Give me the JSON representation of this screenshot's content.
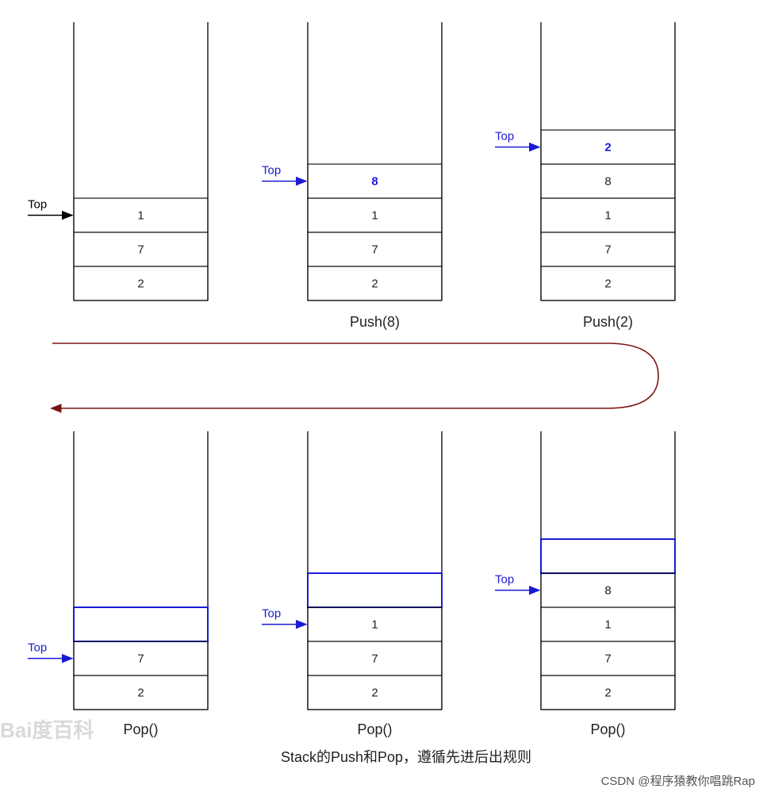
{
  "diagram": {
    "title": "Stack的Push和Pop，遵循先进后出规则",
    "watermark": "CSDN @程序猿教你唱跳Rap",
    "baidu_watermark": "Bai度百科",
    "colors": {
      "line": "#000000",
      "highlight": "#1a1ad6",
      "loop_arrow": "#7a1414",
      "text": "#222222"
    },
    "stacks": [
      {
        "caption": "",
        "top_label": "Top",
        "top_arrow_color": "#000000",
        "cells": [
          {
            "value": "1",
            "style": "normal"
          },
          {
            "value": "7",
            "style": "normal"
          },
          {
            "value": "2",
            "style": "normal"
          }
        ]
      },
      {
        "caption": "Push(8)",
        "top_label": "Top",
        "top_arrow_color": "#1a1ad6",
        "cells": [
          {
            "value": "8",
            "style": "pushed"
          },
          {
            "value": "1",
            "style": "normal"
          },
          {
            "value": "7",
            "style": "normal"
          },
          {
            "value": "2",
            "style": "normal"
          }
        ]
      },
      {
        "caption": "Push(2)",
        "top_label": "Top",
        "top_arrow_color": "#1a1ad6",
        "cells": [
          {
            "value": "2",
            "style": "pushed"
          },
          {
            "value": "8",
            "style": "normal"
          },
          {
            "value": "1",
            "style": "normal"
          },
          {
            "value": "7",
            "style": "normal"
          },
          {
            "value": "2",
            "style": "normal"
          }
        ]
      },
      {
        "caption": "Pop()",
        "top_label": "Top",
        "top_arrow_color": "#1a1ad6",
        "cells": [
          {
            "value": "",
            "style": "popped"
          },
          {
            "value": "8",
            "style": "normal"
          },
          {
            "value": "1",
            "style": "normal"
          },
          {
            "value": "7",
            "style": "normal"
          },
          {
            "value": "2",
            "style": "normal"
          }
        ]
      },
      {
        "caption": "Pop()",
        "top_label": "Top",
        "top_arrow_color": "#1a1ad6",
        "cells": [
          {
            "value": "",
            "style": "popped"
          },
          {
            "value": "1",
            "style": "normal"
          },
          {
            "value": "7",
            "style": "normal"
          },
          {
            "value": "2",
            "style": "normal"
          }
        ]
      },
      {
        "caption": "Pop()",
        "top_label": "Top",
        "top_arrow_color": "#1a1ad6",
        "cells": [
          {
            "value": "",
            "style": "popped"
          },
          {
            "value": "7",
            "style": "normal"
          },
          {
            "value": "2",
            "style": "normal"
          }
        ]
      }
    ]
  }
}
